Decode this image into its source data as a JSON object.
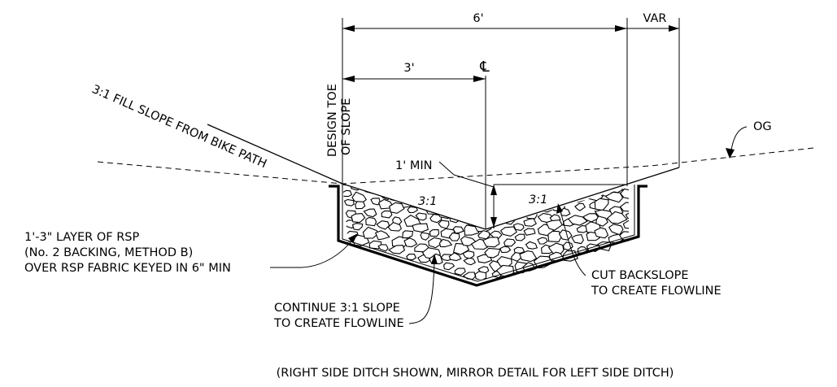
{
  "dimensions": {
    "total_width": "6'",
    "half_width": "3'",
    "variable": "VAR"
  },
  "labels": {
    "centerline": "℄",
    "fill_slope": "3:1 FILL SLOPE FROM BIKE PATH",
    "design_toe_line1": "DESIGN TOE",
    "design_toe_line2": "OF SLOPE",
    "og": "OG",
    "min_depth": "1' MIN",
    "slope_left": "3:1",
    "slope_right": "3:1",
    "rsp_note": [
      "1'-3\" LAYER OF RSP",
      "(No. 2 BACKING, METHOD B)",
      "OVER RSP FABRIC KEYED IN 6\" MIN"
    ],
    "cut_backslope": [
      "CUT BACKSLOPE",
      "TO CREATE FLOWLINE"
    ],
    "continue_slope": [
      "CONTINUE 3:1 SLOPE",
      "TO CREATE FLOWLINE"
    ],
    "footnote": "(RIGHT SIDE DITCH SHOWN, MIRROR DETAIL FOR LEFT SIDE DITCH)"
  }
}
